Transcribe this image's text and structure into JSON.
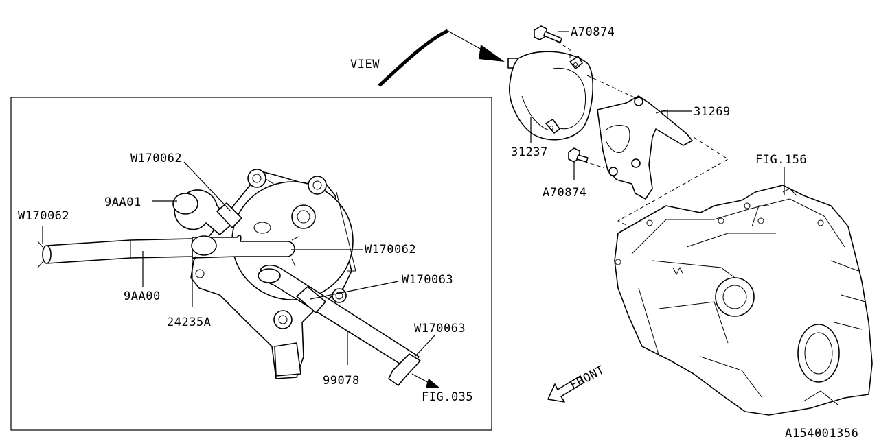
{
  "labels": {
    "view": "VIEW",
    "a70874_top": "A70874",
    "p31269": "31269",
    "p31237": "31237",
    "a70874_bottom": "A70874",
    "fig156": "FIG.156",
    "front": "FRONT",
    "w170062_top": "W170062",
    "p9aa01": "9AA01",
    "w170062_left": "W170062",
    "w170062_right": "W170062",
    "w170063_mid": "W170063",
    "p9aa00": "9AA00",
    "p24235a": "24235A",
    "w170063_low": "W170063",
    "p99078": "99078",
    "fig035": "FIG.035",
    "diagram_id": "A154001356"
  }
}
